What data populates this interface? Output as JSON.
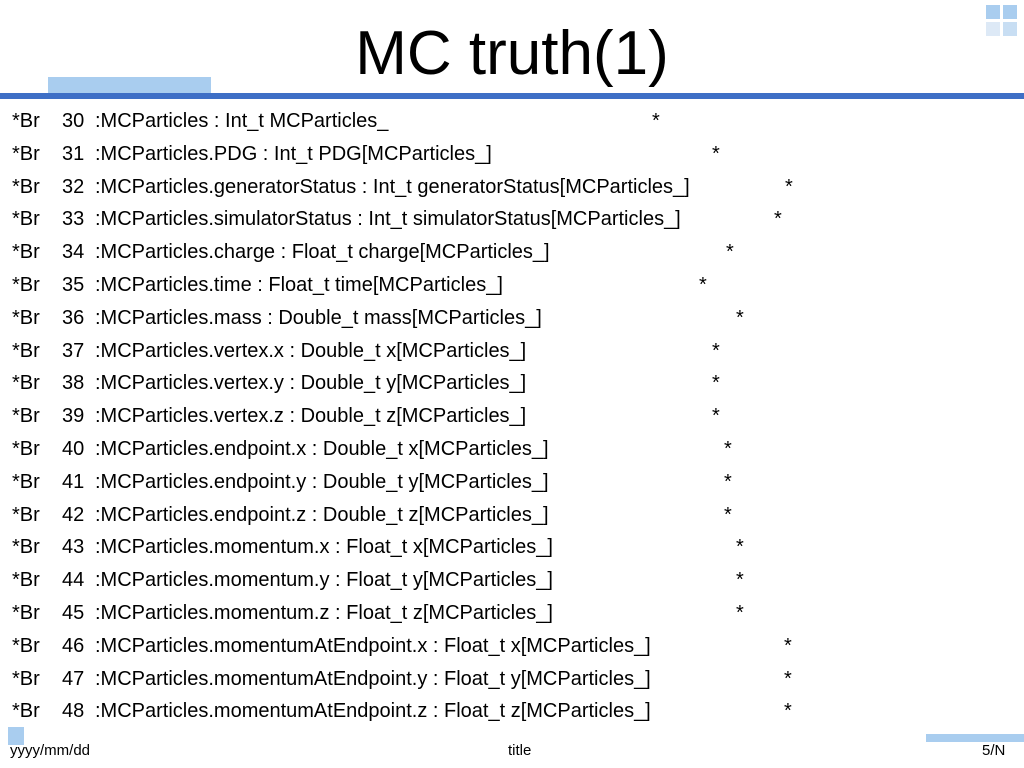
{
  "slide": {
    "title": "MC truth(1)",
    "lines": [
      {
        "prefix": "*Br",
        "num": "30",
        "text": ":MCParticles : Int_t MCParticles_",
        "star": "*"
      },
      {
        "prefix": "*Br",
        "num": "31",
        "text": ":MCParticles.PDG : Int_t PDG[MCParticles_]",
        "star": "*"
      },
      {
        "prefix": "*Br",
        "num": "32",
        "text": ":MCParticles.generatorStatus : Int_t generatorStatus[MCParticles_]",
        "star": "*"
      },
      {
        "prefix": "*Br",
        "num": "33",
        "text": ":MCParticles.simulatorStatus : Int_t simulatorStatus[MCParticles_]",
        "star": "*"
      },
      {
        "prefix": "*Br",
        "num": "34",
        "text": ":MCParticles.charge : Float_t charge[MCParticles_]",
        "star": "*"
      },
      {
        "prefix": "*Br",
        "num": "35",
        "text": ":MCParticles.time : Float_t time[MCParticles_]",
        "star": "*"
      },
      {
        "prefix": "*Br",
        "num": "36",
        "text": ":MCParticles.mass : Double_t mass[MCParticles_]",
        "star": "*"
      },
      {
        "prefix": "*Br",
        "num": "37",
        "text": ":MCParticles.vertex.x : Double_t x[MCParticles_]",
        "star": "*"
      },
      {
        "prefix": "*Br",
        "num": "38",
        "text": ":MCParticles.vertex.y : Double_t y[MCParticles_]",
        "star": "*"
      },
      {
        "prefix": "*Br",
        "num": "39",
        "text": ":MCParticles.vertex.z : Double_t z[MCParticles_]",
        "star": "*"
      },
      {
        "prefix": "*Br",
        "num": "40",
        "text": ":MCParticles.endpoint.x : Double_t x[MCParticles_]",
        "star": "*"
      },
      {
        "prefix": "*Br",
        "num": "41",
        "text": ":MCParticles.endpoint.y : Double_t y[MCParticles_]",
        "star": "*"
      },
      {
        "prefix": "*Br",
        "num": "42",
        "text": ":MCParticles.endpoint.z : Double_t z[MCParticles_]",
        "star": "*"
      },
      {
        "prefix": "*Br",
        "num": "43",
        "text": ":MCParticles.momentum.x : Float_t x[MCParticles_]",
        "star": "*"
      },
      {
        "prefix": "*Br",
        "num": "44",
        "text": ":MCParticles.momentum.y : Float_t y[MCParticles_]",
        "star": "*"
      },
      {
        "prefix": "*Br",
        "num": "45",
        "text": ":MCParticles.momentum.z : Float_t z[MCParticles_]",
        "star": "*"
      },
      {
        "prefix": "*Br",
        "num": "46",
        "text": ":MCParticles.momentumAtEndpoint.x : Float_t x[MCParticles_]",
        "star": "*"
      },
      {
        "prefix": "*Br",
        "num": "47",
        "text": ":MCParticles.momentumAtEndpoint.y : Float_t y[MCParticles_]",
        "star": "*"
      },
      {
        "prefix": "*Br",
        "num": "48",
        "text": ":MCParticles.momentumAtEndpoint.z : Float_t z[MCParticles_]",
        "star": "*"
      }
    ]
  },
  "footer": {
    "date": "yyyy/mm/dd",
    "title": "title",
    "page": "5/N"
  },
  "colors": {
    "accent_blue": "#3e6fc6",
    "light_blue": "#a9cdef"
  }
}
